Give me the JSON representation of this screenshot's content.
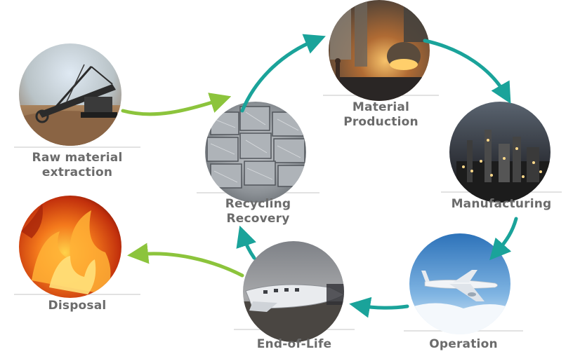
{
  "colors": {
    "green_arrow": "#8cc43c",
    "teal_arrow": "#1aa39a",
    "label": "#6b6b6b"
  },
  "nodes": {
    "raw_material": {
      "label_lines": [
        "Raw material",
        "extraction"
      ],
      "image": "excavator-mine"
    },
    "material_production": {
      "label_lines": [
        "Material",
        "Production"
      ],
      "image": "steel-foundry"
    },
    "manufacturing": {
      "label_lines": [
        "Manufacturing"
      ],
      "image": "industrial-plant-night"
    },
    "operation": {
      "label_lines": [
        "Operation"
      ],
      "image": "airplane-in-sky"
    },
    "end_of_life": {
      "label_lines": [
        "End-of-Life"
      ],
      "image": "plane-wreck"
    },
    "recycling": {
      "label_lines": [
        "Recycling",
        "Recovery"
      ],
      "image": "scrap-metal-bales"
    },
    "disposal": {
      "label_lines": [
        "Disposal"
      ],
      "image": "fire"
    }
  }
}
